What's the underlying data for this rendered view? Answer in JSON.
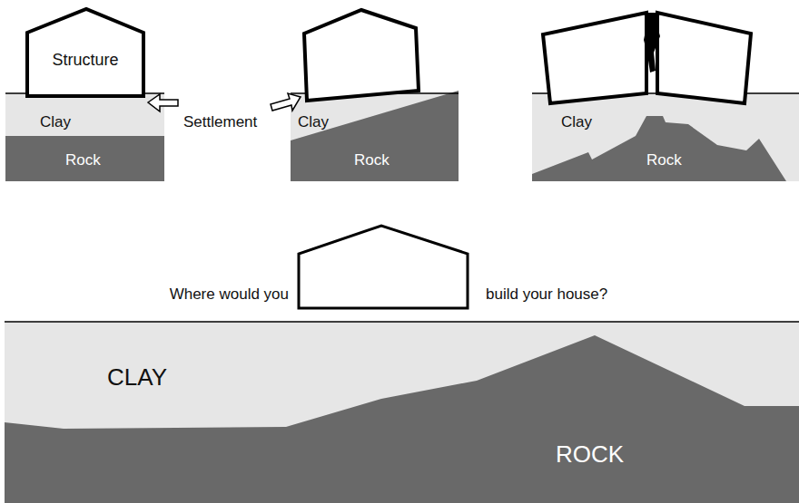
{
  "diagram": {
    "nodes": [
      {
        "text": [
          "Structure"
        ]
      }
    ],
    "labels": [
      "Clay",
      "Rock",
      "Settlement",
      "Clay",
      "Rock",
      "Clay",
      "Rock",
      "Where would you",
      "build your house?",
      "CLAY",
      "ROCK"
    ]
  }
}
